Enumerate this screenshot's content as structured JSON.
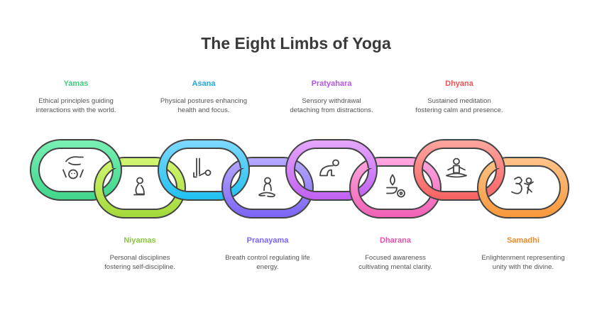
{
  "title": "The Eight Limbs of Yoga",
  "limbs": [
    {
      "name": "Yamas",
      "desc": "Ethical principles guiding interactions with the world.",
      "color": "#3ccf7c",
      "grad": [
        "#7af0b4",
        "#3fd68a"
      ],
      "icon": "caring-hand-icon",
      "row": "top"
    },
    {
      "name": "Niyamas",
      "desc": "Personal disciplines fostering self-discipline.",
      "color": "#8cc63f",
      "grad": [
        "#d2f772",
        "#a3d93a"
      ],
      "icon": "kneeling-person-icon",
      "row": "bottom"
    },
    {
      "name": "Asana",
      "desc": "Physical postures enhancing health and focus.",
      "color": "#1fa9e1",
      "grad": [
        "#7fd9ff",
        "#1fc1f0"
      ],
      "icon": "yoga-pose-icon",
      "row": "top"
    },
    {
      "name": "Pranayama",
      "desc": "Breath control regulating life energy.",
      "color": "#7b61f5",
      "grad": [
        "#b6aaff",
        "#7c63f6"
      ],
      "icon": "seated-breathing-icon",
      "row": "bottom"
    },
    {
      "name": "Pratyahara",
      "desc": "Sensory withdrawal detaching from distractions.",
      "color": "#b355ea",
      "grad": [
        "#e6a8ff",
        "#c060f2"
      ],
      "icon": "child-pose-icon",
      "row": "top"
    },
    {
      "name": "Dharana",
      "desc": "Focused awareness cultivating mental clarity.",
      "color": "#ea4fa8",
      "grad": [
        "#ffa8e0",
        "#f060b6"
      ],
      "icon": "lamp-flower-icon",
      "row": "bottom"
    },
    {
      "name": "Dhyana",
      "desc": "Sustained meditation fostering calm and presence.",
      "color": "#f05454",
      "grad": [
        "#ffa6a0",
        "#f86262"
      ],
      "icon": "meditation-icon",
      "row": "top"
    },
    {
      "name": "Samadhi",
      "desc": "Enlightenment representing unity with the divine.",
      "color": "#ef8a2b",
      "grad": [
        "#ffc48a",
        "#f7983a"
      ],
      "icon": "om-figure-icon",
      "row": "bottom"
    }
  ]
}
